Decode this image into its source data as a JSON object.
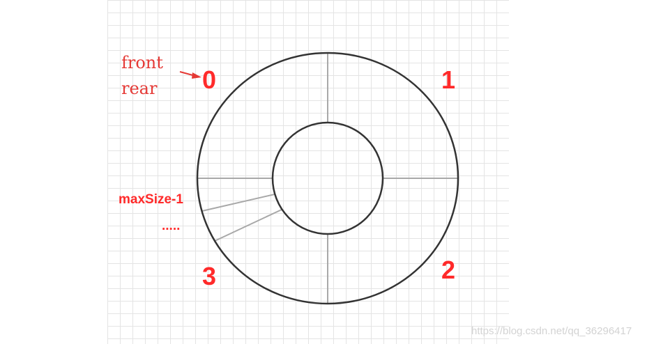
{
  "labels": {
    "front": "front",
    "rear": "rear",
    "index_0": "0",
    "index_1": "1",
    "index_2": "2",
    "index_3": "3",
    "max_size": "maxSize-1",
    "ellipsis": "....."
  },
  "watermark": "https://blog.csdn.net/qq_36296417",
  "colors": {
    "accent_red": "#ff2a2a",
    "ring_stroke": "#333333",
    "divider_stroke": "#a8a8a8",
    "grid": "#e4e4e4"
  }
}
